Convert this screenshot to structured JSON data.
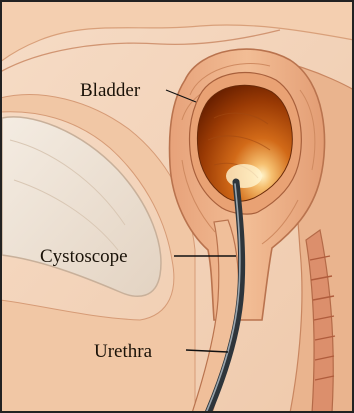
{
  "labels": {
    "bladder": "Bladder",
    "cystoscope": "Cystoscope",
    "urethra": "Urethra"
  },
  "colors": {
    "background": "#f3d6bf",
    "tissue_light": "#f6d2b4",
    "tissue_mid": "#eab089",
    "tissue_dark": "#c98660",
    "bladder_outer": "#e9a679",
    "bladder_wall": "#dd9365",
    "bladder_inside_dark": "#7a2a00",
    "bladder_inside_mid": "#c25a10",
    "bladder_glow": "#ffe9b0",
    "scope": "#3f474e",
    "scope_highlight": "#8f9aa3",
    "pubic_bone": "#efe6db",
    "frame": "#222222",
    "leader": "#111111"
  }
}
